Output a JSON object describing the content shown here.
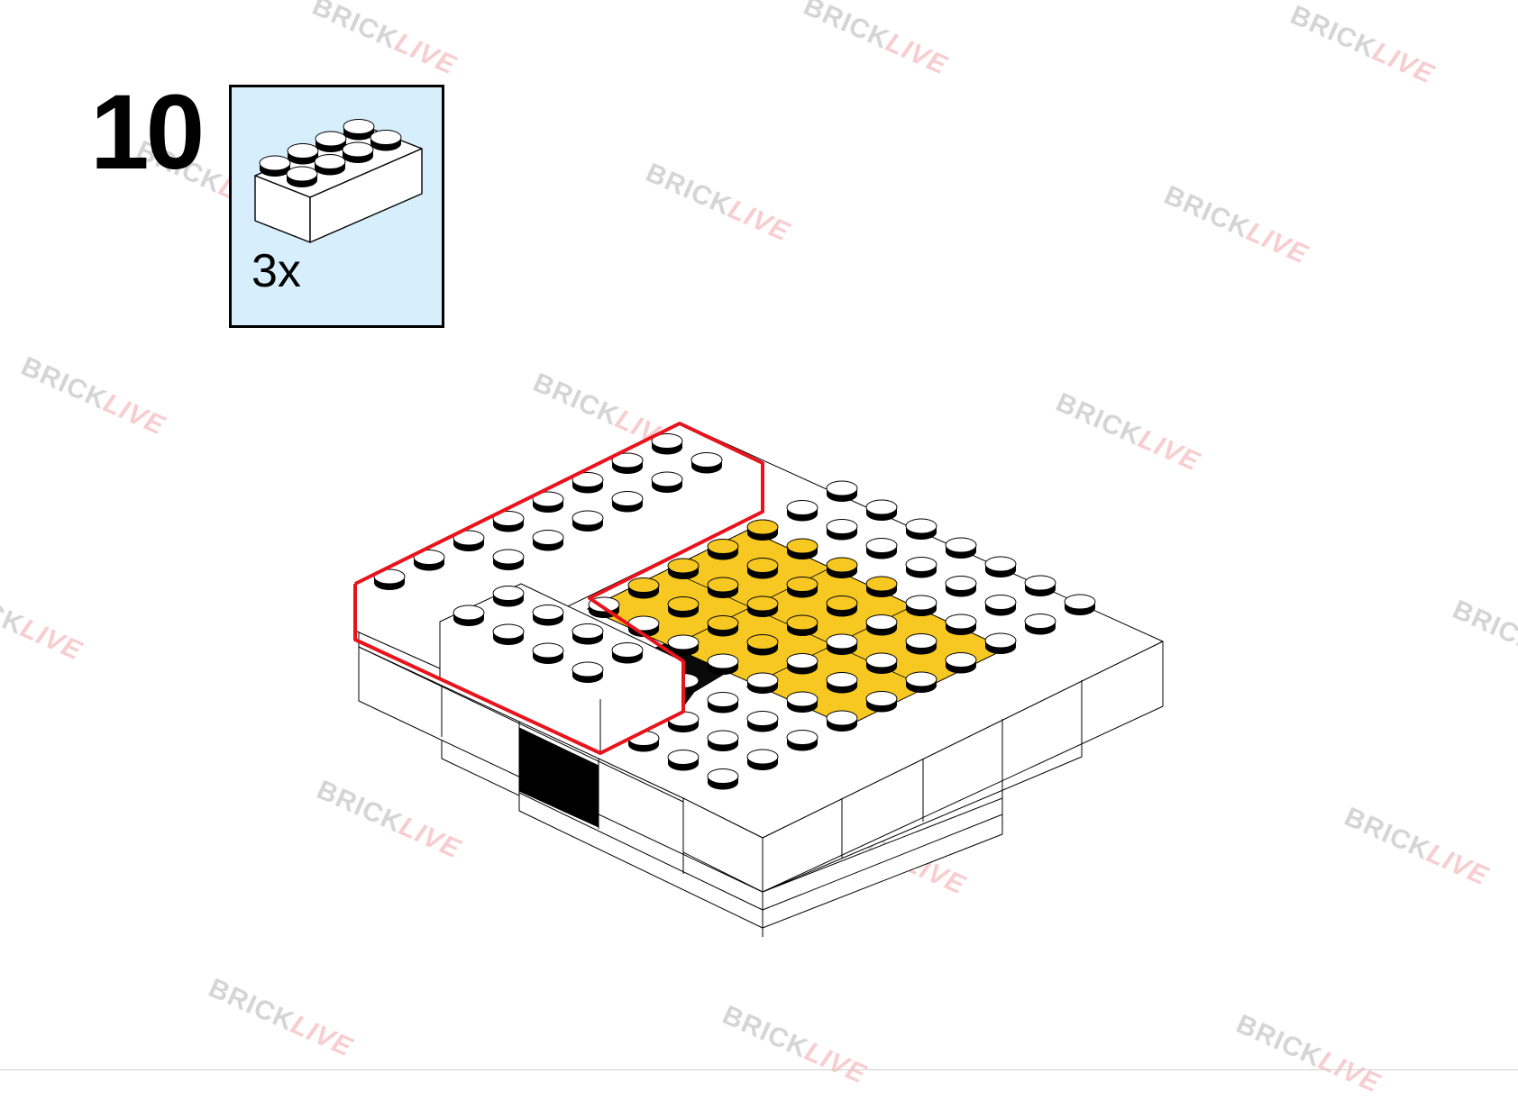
{
  "step": {
    "number": "10"
  },
  "parts": {
    "quantity": "3x",
    "brick_color": "#ffffff",
    "panel_color": "#d7eefc"
  },
  "watermark": {
    "part1": "BRICK",
    "part2": "LIVE"
  },
  "colors": {
    "highlight": "#e8131b",
    "yellow": "#f7c821",
    "black": "#000000",
    "white": "#ffffff"
  }
}
